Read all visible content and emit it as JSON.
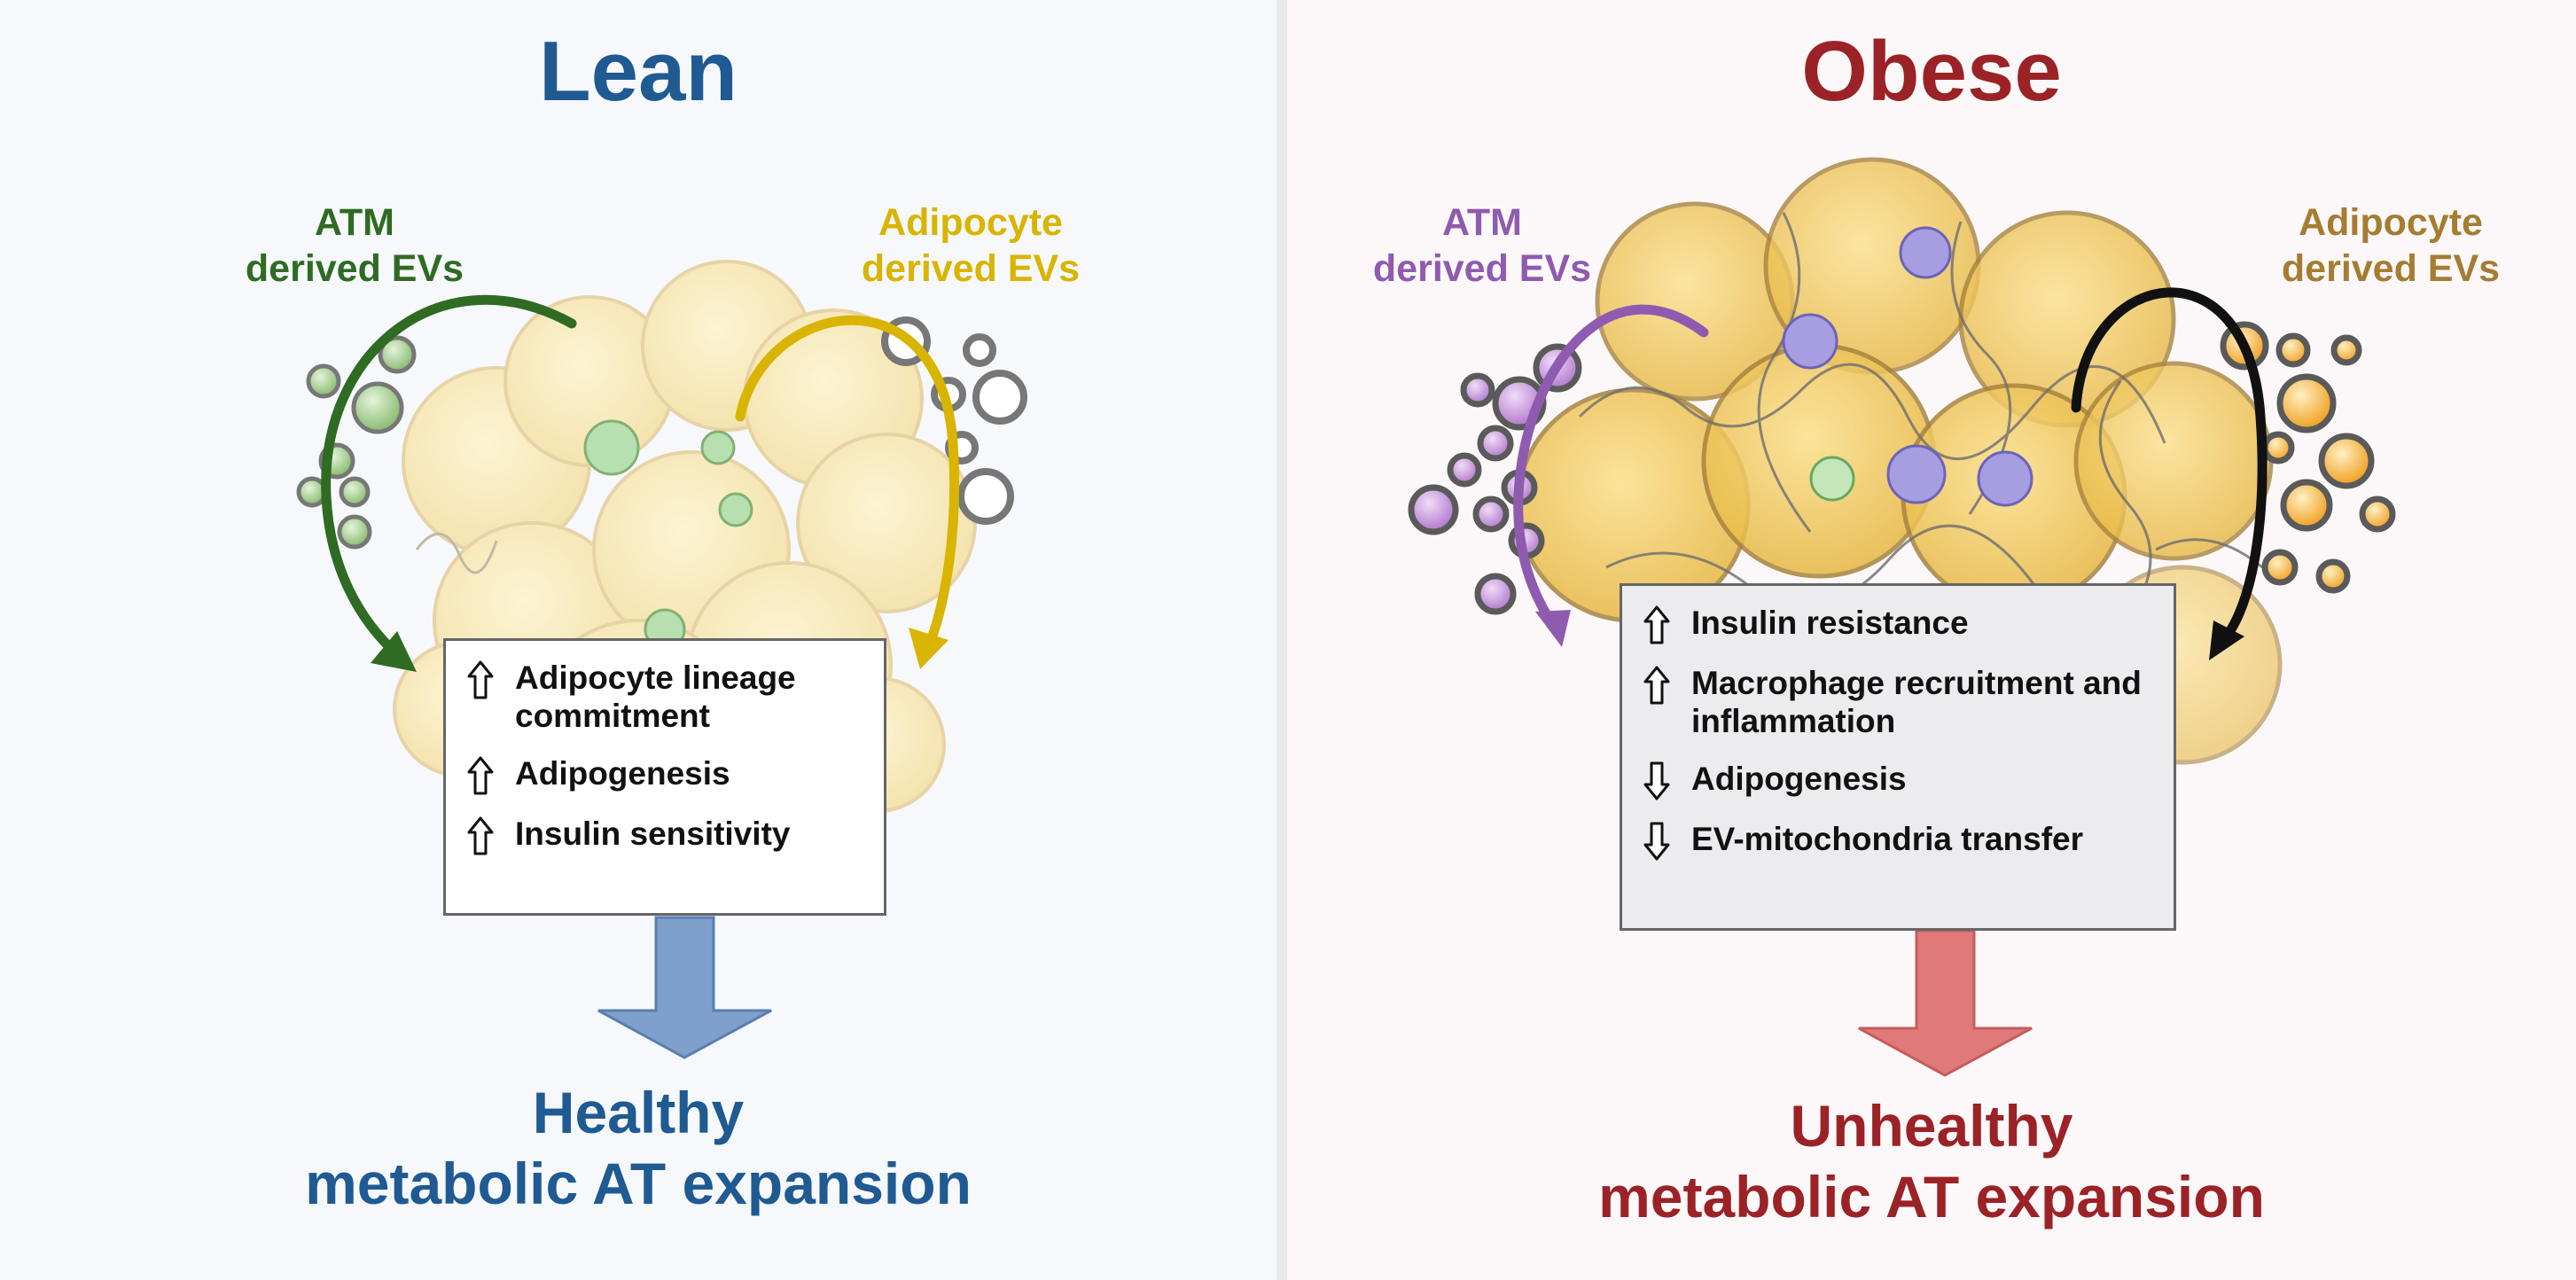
{
  "lean": {
    "title": "Lean",
    "atm_label": [
      "ATM",
      "derived EVs"
    ],
    "adipocyte_label": [
      "Adipocyte",
      "derived EVs"
    ],
    "effects": [
      {
        "direction": "up",
        "text": "Adipocyte lineage commitment"
      },
      {
        "direction": "up",
        "text": "Adipogenesis"
      },
      {
        "direction": "up",
        "text": "Insulin sensitivity"
      }
    ],
    "outcome": [
      "Healthy",
      "metabolic AT expansion"
    ]
  },
  "obese": {
    "title": "Obese",
    "atm_label": [
      "ATM",
      "derived EVs"
    ],
    "adipocyte_label": [
      "Adipocyte",
      "derived EVs"
    ],
    "effects": [
      {
        "direction": "up",
        "text": "Insulin resistance"
      },
      {
        "direction": "up",
        "text": "Macrophage recruitment and inflammation"
      },
      {
        "direction": "down",
        "text": "Adipogenesis"
      },
      {
        "direction": "down",
        "text": "EV-mitochondria transfer"
      }
    ],
    "outcome": [
      "Unhealthy",
      "metabolic AT expansion"
    ]
  },
  "colors": {
    "lean_title": "#1f5a92",
    "obese_title": "#9b2226",
    "lean_atm": "#2f6b22",
    "lean_adipocyte": "#d9b400",
    "obese_atm": "#8f5bb0",
    "obese_adipocyte": "#a57c32",
    "lean_outcome_arrow": "#7f9fcc",
    "obese_outcome_arrow": "#e07a7a"
  }
}
